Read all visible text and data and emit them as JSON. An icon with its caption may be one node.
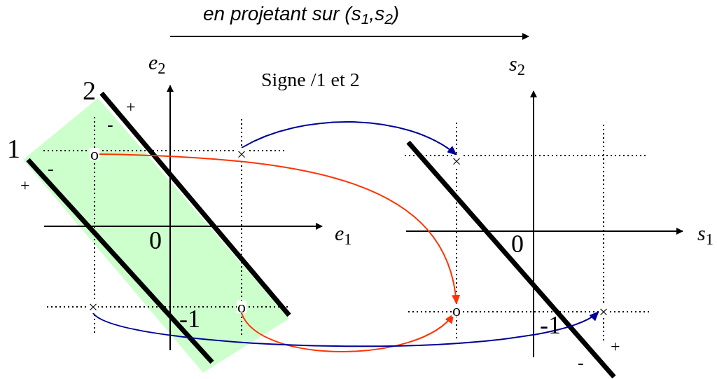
{
  "diagram": {
    "title": "*en projetant sur (s$_{1}$,s$_{2}$)*",
    "nodes": [
      {
        "text": [
          "o"
        ]
      },
      {
        "text": [
          "×"
        ]
      },
      {
        "text": [
          "×"
        ]
      },
      {
        "text": [
          "o"
        ]
      },
      {
        "text": [
          "×"
        ]
      },
      {
        "text": [
          "o"
        ]
      },
      {
        "text": [
          "×"
        ]
      }
    ],
    "edges": [
      {
        "from": 1,
        "to": 4,
        "arrow": "to",
        "color": "#000099"
      },
      {
        "from": 0,
        "to": 5,
        "arrow": "to",
        "color": "#ff3300"
      },
      {
        "from": 3,
        "to": 5,
        "arrow": "to",
        "color": "#ff3300"
      },
      {
        "from": 2,
        "to": 6,
        "arrow": "to",
        "color": "#000099"
      }
    ],
    "labels": [
      "*e*$_{2}$",
      "2",
      "1",
      "+",
      "-",
      "-",
      "+",
      "0",
      "*e*$_{1}$",
      "-1",
      "Signe /1 et 2",
      "*s*$_{2}$",
      "0",
      "*s*$_{1}$",
      "-1",
      "+",
      "-"
    ]
  }
}
